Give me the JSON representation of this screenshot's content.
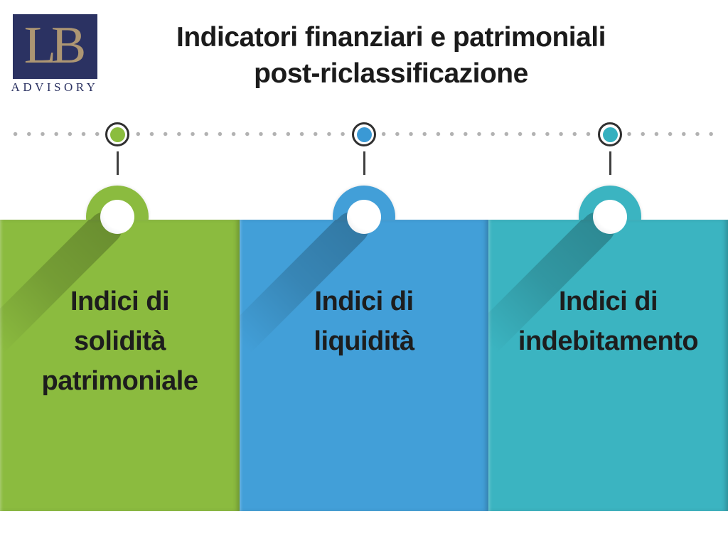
{
  "brand": {
    "monogram": "LB",
    "name": "ADVISORY",
    "box_color": "#2b3262",
    "monogram_color": "#ad9673"
  },
  "title": {
    "line1": "Indicatori finanziari e patrimoniali",
    "line2": "post-riclassificazione"
  },
  "timeline": {
    "dot_color": "#b2b2b2",
    "ring_color": "#303030",
    "markers": [
      {
        "id": "solidita",
        "color": "#8bbd3e"
      },
      {
        "id": "liquidita",
        "color": "#3a99d5"
      },
      {
        "id": "indebitamento",
        "color": "#35b0bf"
      }
    ]
  },
  "cards": [
    {
      "color": "#8bbb3f",
      "title_lines": [
        "Indici di",
        "solidità",
        "patrimoniale"
      ],
      "label": "Indici di solidità patrimoniale"
    },
    {
      "color": "#429fd8",
      "title_lines": [
        "Indici di",
        "liquidità"
      ],
      "label": "Indici di liquidità"
    },
    {
      "color": "#3bb4c1",
      "title_lines": [
        "Indici di",
        "indebitamento"
      ],
      "label": "Indici di indebitamento"
    }
  ]
}
